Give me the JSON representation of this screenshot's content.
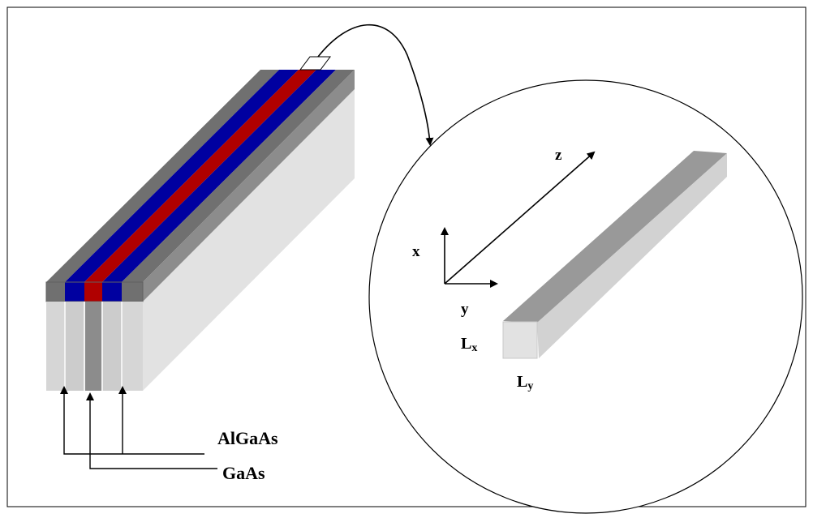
{
  "labels": {
    "algaas": "AlGaAs",
    "gaas": "GaAs",
    "axis_x": "x",
    "axis_y": "y",
    "axis_z": "z",
    "lx_main": "L",
    "lx_sub": "x",
    "ly_main": "L",
    "ly_sub": "y"
  },
  "colors": {
    "blue": "#0000a0",
    "red": "#b00000",
    "dark_gray": "#707070",
    "mid_gray": "#8c8c8c",
    "light_gray": "#d6d6d6",
    "side_gray": "#e2e2e2"
  }
}
